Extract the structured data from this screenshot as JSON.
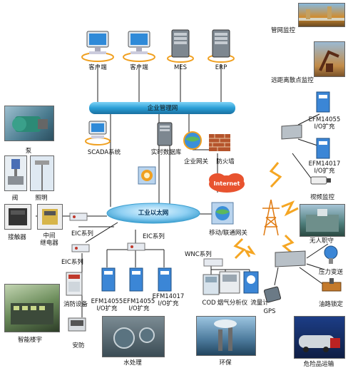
{
  "labels": {
    "client1": "客户端",
    "client2": "客户端",
    "mes": "MES",
    "erp": "ERP",
    "enterprise_network": "企业管理网",
    "scada": "SCADA系统",
    "realtime_db": "实时数据库",
    "enterprise_gateway": "企业网关",
    "firewall": "防火墙",
    "internet": "Internet",
    "industrial_ethernet": "工业以太网",
    "mobile_gateway": "移动/联通网关",
    "pump": "泵",
    "valve": "阀",
    "lighting": "照明",
    "contactor": "接触器",
    "relay": "中间\n继电器",
    "eic1": "EIC系列",
    "eic2": "EIC系列",
    "eic3": "EIC系列",
    "fire": "消防设备",
    "security": "安防",
    "smart_building": "智能楼宇",
    "water": "水处理",
    "env": "环保",
    "hazmat": "危险品运输",
    "efm1": "EFM14055\nI/O扩充",
    "efm2": "EFM14055\nI/O扩充",
    "efm3": "EFM14017\nI/O扩充",
    "wnc": "WNC系列",
    "cod": "COD",
    "flue": "烟气分析仪",
    "flowmeter": "流量计",
    "gps": "GPS",
    "pipeline": "管网监控",
    "remote": "远距离散点监控",
    "efm_r1": "EFM14055\nI/O扩充",
    "efm_r2": "EFM14017\nI/O扩充",
    "video": "视频监控",
    "unmanned": "无人职守",
    "pressure": "压力变送",
    "lock": "油路锁定"
  },
  "colors": {
    "bus": "#2a9fd6",
    "wire": "#1c1c1c",
    "wireless": "#f5a623",
    "internet_cloud": "#e8532f"
  }
}
